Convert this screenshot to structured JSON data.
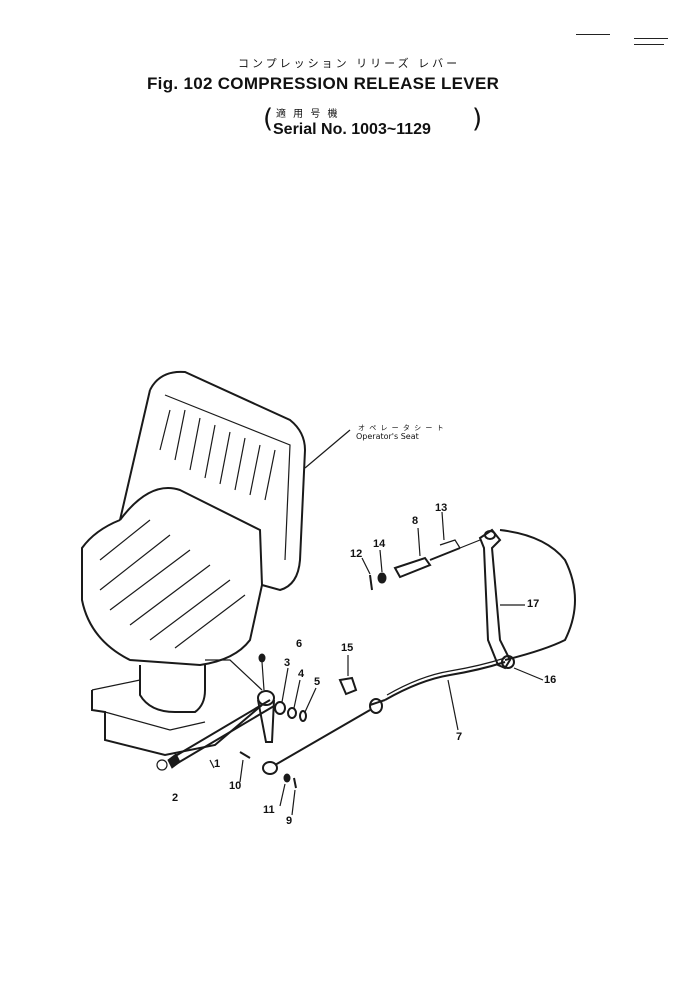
{
  "header": {
    "japanese_title": "コンプレッション リリーズ レバー",
    "figure_title": "Fig. 102 COMPRESSION RELEASE LEVER",
    "japanese_applicability": "適 用 号 機",
    "serial_range": "Serial No. 1003~1129"
  },
  "corner_marks": [
    "—",
    "—"
  ],
  "labels": {
    "seat_japanese": "オ ペ レ ー タ  シ ー ト",
    "seat_english": "Operator's Seat"
  },
  "callouts": {
    "c1": "1",
    "c2": "2",
    "c3": "3",
    "c4": "4",
    "c5": "5",
    "c6": "6",
    "c7": "7",
    "c8": "8",
    "c9": "9",
    "c10": "10",
    "c11": "11",
    "c12": "12",
    "c13": "13",
    "c14": "14",
    "c15": "15",
    "c16": "16",
    "c17": "17"
  }
}
